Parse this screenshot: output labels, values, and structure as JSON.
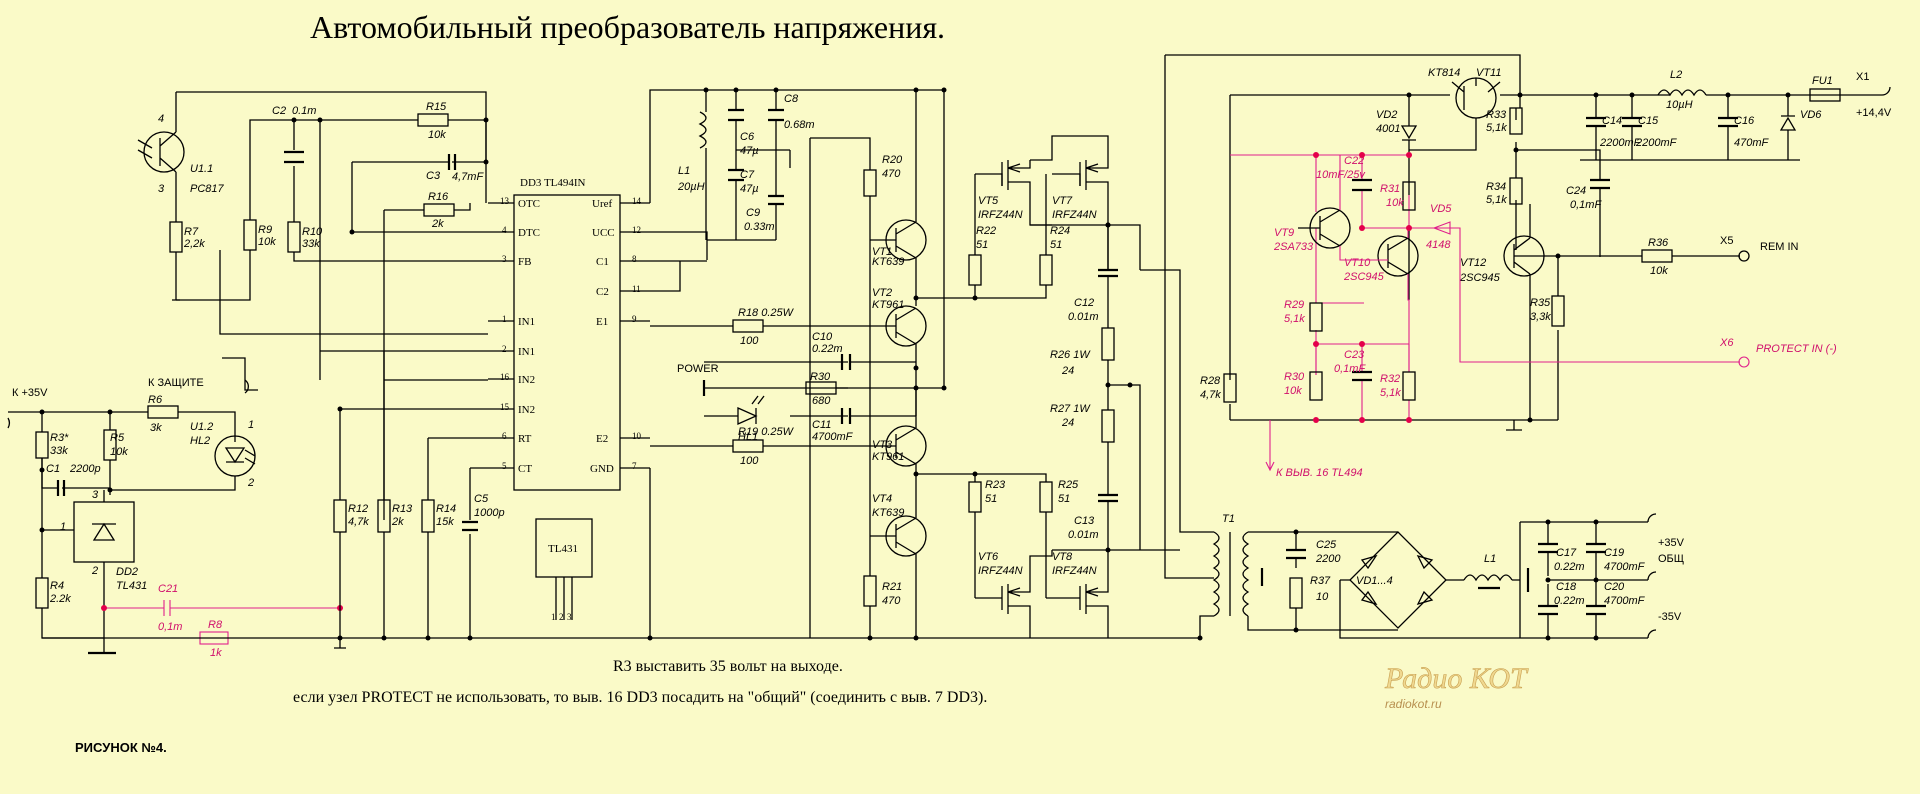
{
  "title": "Автомобильный преобразователь напряжения.",
  "notes": [
    "R3 выставить 35 вольт на выходе.",
    "если узел PROTECT не использовать, то выв. 16 DD3  посадить на \"общий\" (соединить с выв. 7 DD3)."
  ],
  "figure_label": "РИСУНОК №4.",
  "watermark": {
    "logo": "Радио КОТ",
    "site": "radiokot.ru"
  },
  "colors": {
    "background": "#fafac8",
    "wire": "#000000",
    "protect_wire": "#e0208c",
    "node": "#e4004a"
  },
  "ic": {
    "name": "DD3  TL494IN",
    "left_pins": [
      {
        "num": "13",
        "name": "OTC"
      },
      {
        "num": "4",
        "name": "DTC"
      },
      {
        "num": "3",
        "name": "FB"
      },
      {
        "num": "1",
        "name": "IN1"
      },
      {
        "num": "2",
        "name": "IN1"
      },
      {
        "num": "16",
        "name": "IN2"
      },
      {
        "num": "15",
        "name": "IN2"
      },
      {
        "num": "6",
        "name": "RT"
      },
      {
        "num": "5",
        "name": "CT"
      }
    ],
    "right_pins": [
      {
        "num": "14",
        "name": "Uref"
      },
      {
        "num": "12",
        "name": "UCC"
      },
      {
        "num": "8",
        "name": "C1"
      },
      {
        "num": "11",
        "name": "C2"
      },
      {
        "num": "9",
        "name": "E1"
      },
      {
        "num": "10",
        "name": "E2"
      },
      {
        "num": "7",
        "name": "GND"
      }
    ],
    "tl431_pkg": {
      "name": "TL431",
      "pins": [
        "1",
        "2",
        "3"
      ]
    }
  },
  "connectors": {
    "k35": "К +35V",
    "protect": "К ЗАЩИТЕ",
    "x1": "X1",
    "x1v": "+14,4V",
    "x5": "X5",
    "rem": "REM IN",
    "x6": "X6",
    "prot_in": "PROTECT IN (-)",
    "k16": "К ВЫВ. 16 TL494",
    "out_p": "+35V",
    "out_g": "ОБЩ",
    "out_n": "-35V",
    "power": "POWER"
  },
  "labels": {
    "u11": "U1.1",
    "pc817": "PC817",
    "u12": "U1.2",
    "hl2": "HL2",
    "p4": "4",
    "p3": "3",
    "p1": "1",
    "p2": "2",
    "c2": "C2",
    "c2v": "0.1m",
    "r15": "R15",
    "r15v": "10k",
    "c3": "C3",
    "c3v": "4,7mF",
    "r16": "R16",
    "r16v": "2k",
    "r7": "R7",
    "r7v": "2,2k",
    "r9": "R9",
    "r9v": "10k",
    "r10": "R10",
    "r10v": "33k",
    "r6": "R6",
    "r6v": "3k",
    "r3": "R3*",
    "r3v": "33k",
    "r5": "R5",
    "r5v": "10k",
    "c1": "C1",
    "c1v": "2200p",
    "dd2": "DD2",
    "dd2v": "TL431",
    "dd2p1": "1",
    "dd2p2": "2",
    "dd2p3": "3",
    "r4": "R4",
    "r4v": "2.2k",
    "c21": "C21",
    "c21v": "0,1m",
    "r8": "R8",
    "r8v": "1k",
    "r12": "R12",
    "r12v": "4,7k",
    "r13": "R13",
    "r13v": "2k",
    "r14": "R14",
    "r14v": "15k",
    "c5": "C5",
    "c5v": "1000p",
    "l1": "L1",
    "l1v": "20µH",
    "c6": "C6",
    "c6v": "47µ",
    "c7": "C7",
    "c7v": "47µ",
    "c8": "C8",
    "c8v": "0.68m",
    "c9": "C9",
    "c9v": "0.33m",
    "r20": "R20",
    "r20v": "470",
    "vt1": "VT1",
    "vt1v": "KT639",
    "vt2": "VT2",
    "vt2v": "KT961",
    "vt3": "VT3",
    "vt3v": "KT961",
    "vt4": "VT4",
    "vt4v": "KT639",
    "r21": "R21",
    "r21v": "470",
    "r18": "R18 0.25W",
    "r18v": "100",
    "r19": "R19 0.25W",
    "r19v": "100",
    "c10": "C10",
    "c10v": "0.22m",
    "r30a": "R30",
    "r30av": "680",
    "hl1": "HL1",
    "c11": "C11",
    "c11v": "4700mF",
    "vt5": "VT5",
    "vt5v": "IRFZ44N",
    "vt7": "VT7",
    "vt7v": "IRFZ44N",
    "vt6": "VT6",
    "vt6v": "IRFZ44N",
    "vt8": "VT8",
    "vt8v": "IRFZ44N",
    "r22": "R22",
    "r22v": "51",
    "r24": "R24",
    "r24v": "51",
    "r23": "R23",
    "r23v": "51",
    "r25": "R25",
    "r25v": "51",
    "c12": "C12",
    "c12v": "0.01m",
    "c13": "C13",
    "c13v": "0.01m",
    "r26": "R26 1W",
    "r26v": "24",
    "r27": "R27 1W",
    "r27v": "24",
    "r28": "R28",
    "r28v": "4,7k",
    "kt814": "KT814",
    "vt11": "VT11",
    "vd2": "VD2",
    "vd2v": "4001",
    "r33": "R33",
    "r33v": "5,1k",
    "r34": "R34",
    "r34v": "5,1k",
    "c22": "C22",
    "c22v": "10mF/25v",
    "r31": "R31",
    "r31v": "10k",
    "vd5": "VD5",
    "vd5v": "4148",
    "vt9": "VT9",
    "vt9v": "2SA733",
    "vt10": "VT10",
    "vt10v": "2SC945",
    "vt12": "VT12",
    "vt12v": "2SC945",
    "r29": "R29",
    "r29v": "5,1k",
    "c23": "C23",
    "c23v": "0,1mF",
    "r30": "R30",
    "r30v": "10k",
    "r32": "R32",
    "r32v": "5,1k",
    "r35": "R35",
    "r35v": "3,3k",
    "r36": "R36",
    "r36v": "10k",
    "c24": "C24",
    "c24v": "0,1mF",
    "l2": "L2",
    "l2v": "10µH",
    "fu1": "FU1",
    "c14": "C14",
    "c14v": "2200mF",
    "c15": "C15",
    "c15v": "2200mF",
    "c16": "C16",
    "c16v": "470mF",
    "vd6": "VD6",
    "t1": "T1",
    "c25": "C25",
    "c25v": "2200",
    "r37": "R37",
    "r37v": "10",
    "vd1": "VD1...4",
    "l1b": "L1",
    "c17": "C17",
    "c17v": "0.22m",
    "c18": "C18",
    "c18v": "0.22m",
    "c19": "C19",
    "c19v": "4700mF",
    "c20": "C20",
    "c20v": "4700mF"
  }
}
